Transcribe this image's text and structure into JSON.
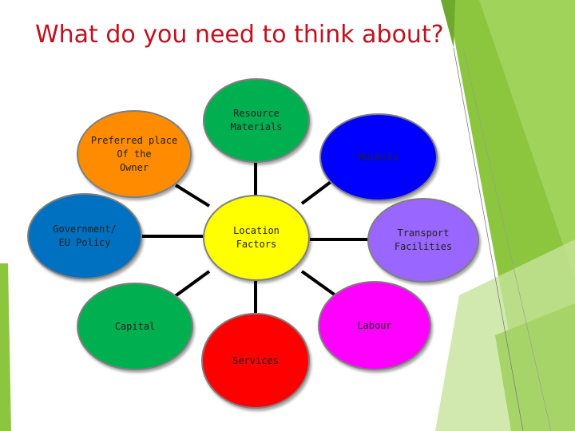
{
  "title": "What do you need to think about?",
  "colors": {
    "title": "#c0111f",
    "connector": "#000000",
    "accent_green": "#8cc63f"
  },
  "nodes": {
    "center": {
      "label": "Location\nFactors",
      "color": "#ffff00"
    },
    "resource": {
      "label": "Resource\nMaterials",
      "color": "#00b050"
    },
    "markets": {
      "label": "Markets",
      "color": "#0000ff"
    },
    "transport": {
      "label": "Transport\nFacilities",
      "color": "#9966ff"
    },
    "labour": {
      "label": "Labour",
      "color": "#ff00ff"
    },
    "services": {
      "label": "Services",
      "color": "#ff0000"
    },
    "capital": {
      "label": "Capital",
      "color": "#00b050"
    },
    "government": {
      "label": "Government/\nEU Policy",
      "color": "#0070c0"
    },
    "preferred": {
      "label": "Preferred place\nOf the\nOwner",
      "color": "#ff8c00"
    }
  }
}
